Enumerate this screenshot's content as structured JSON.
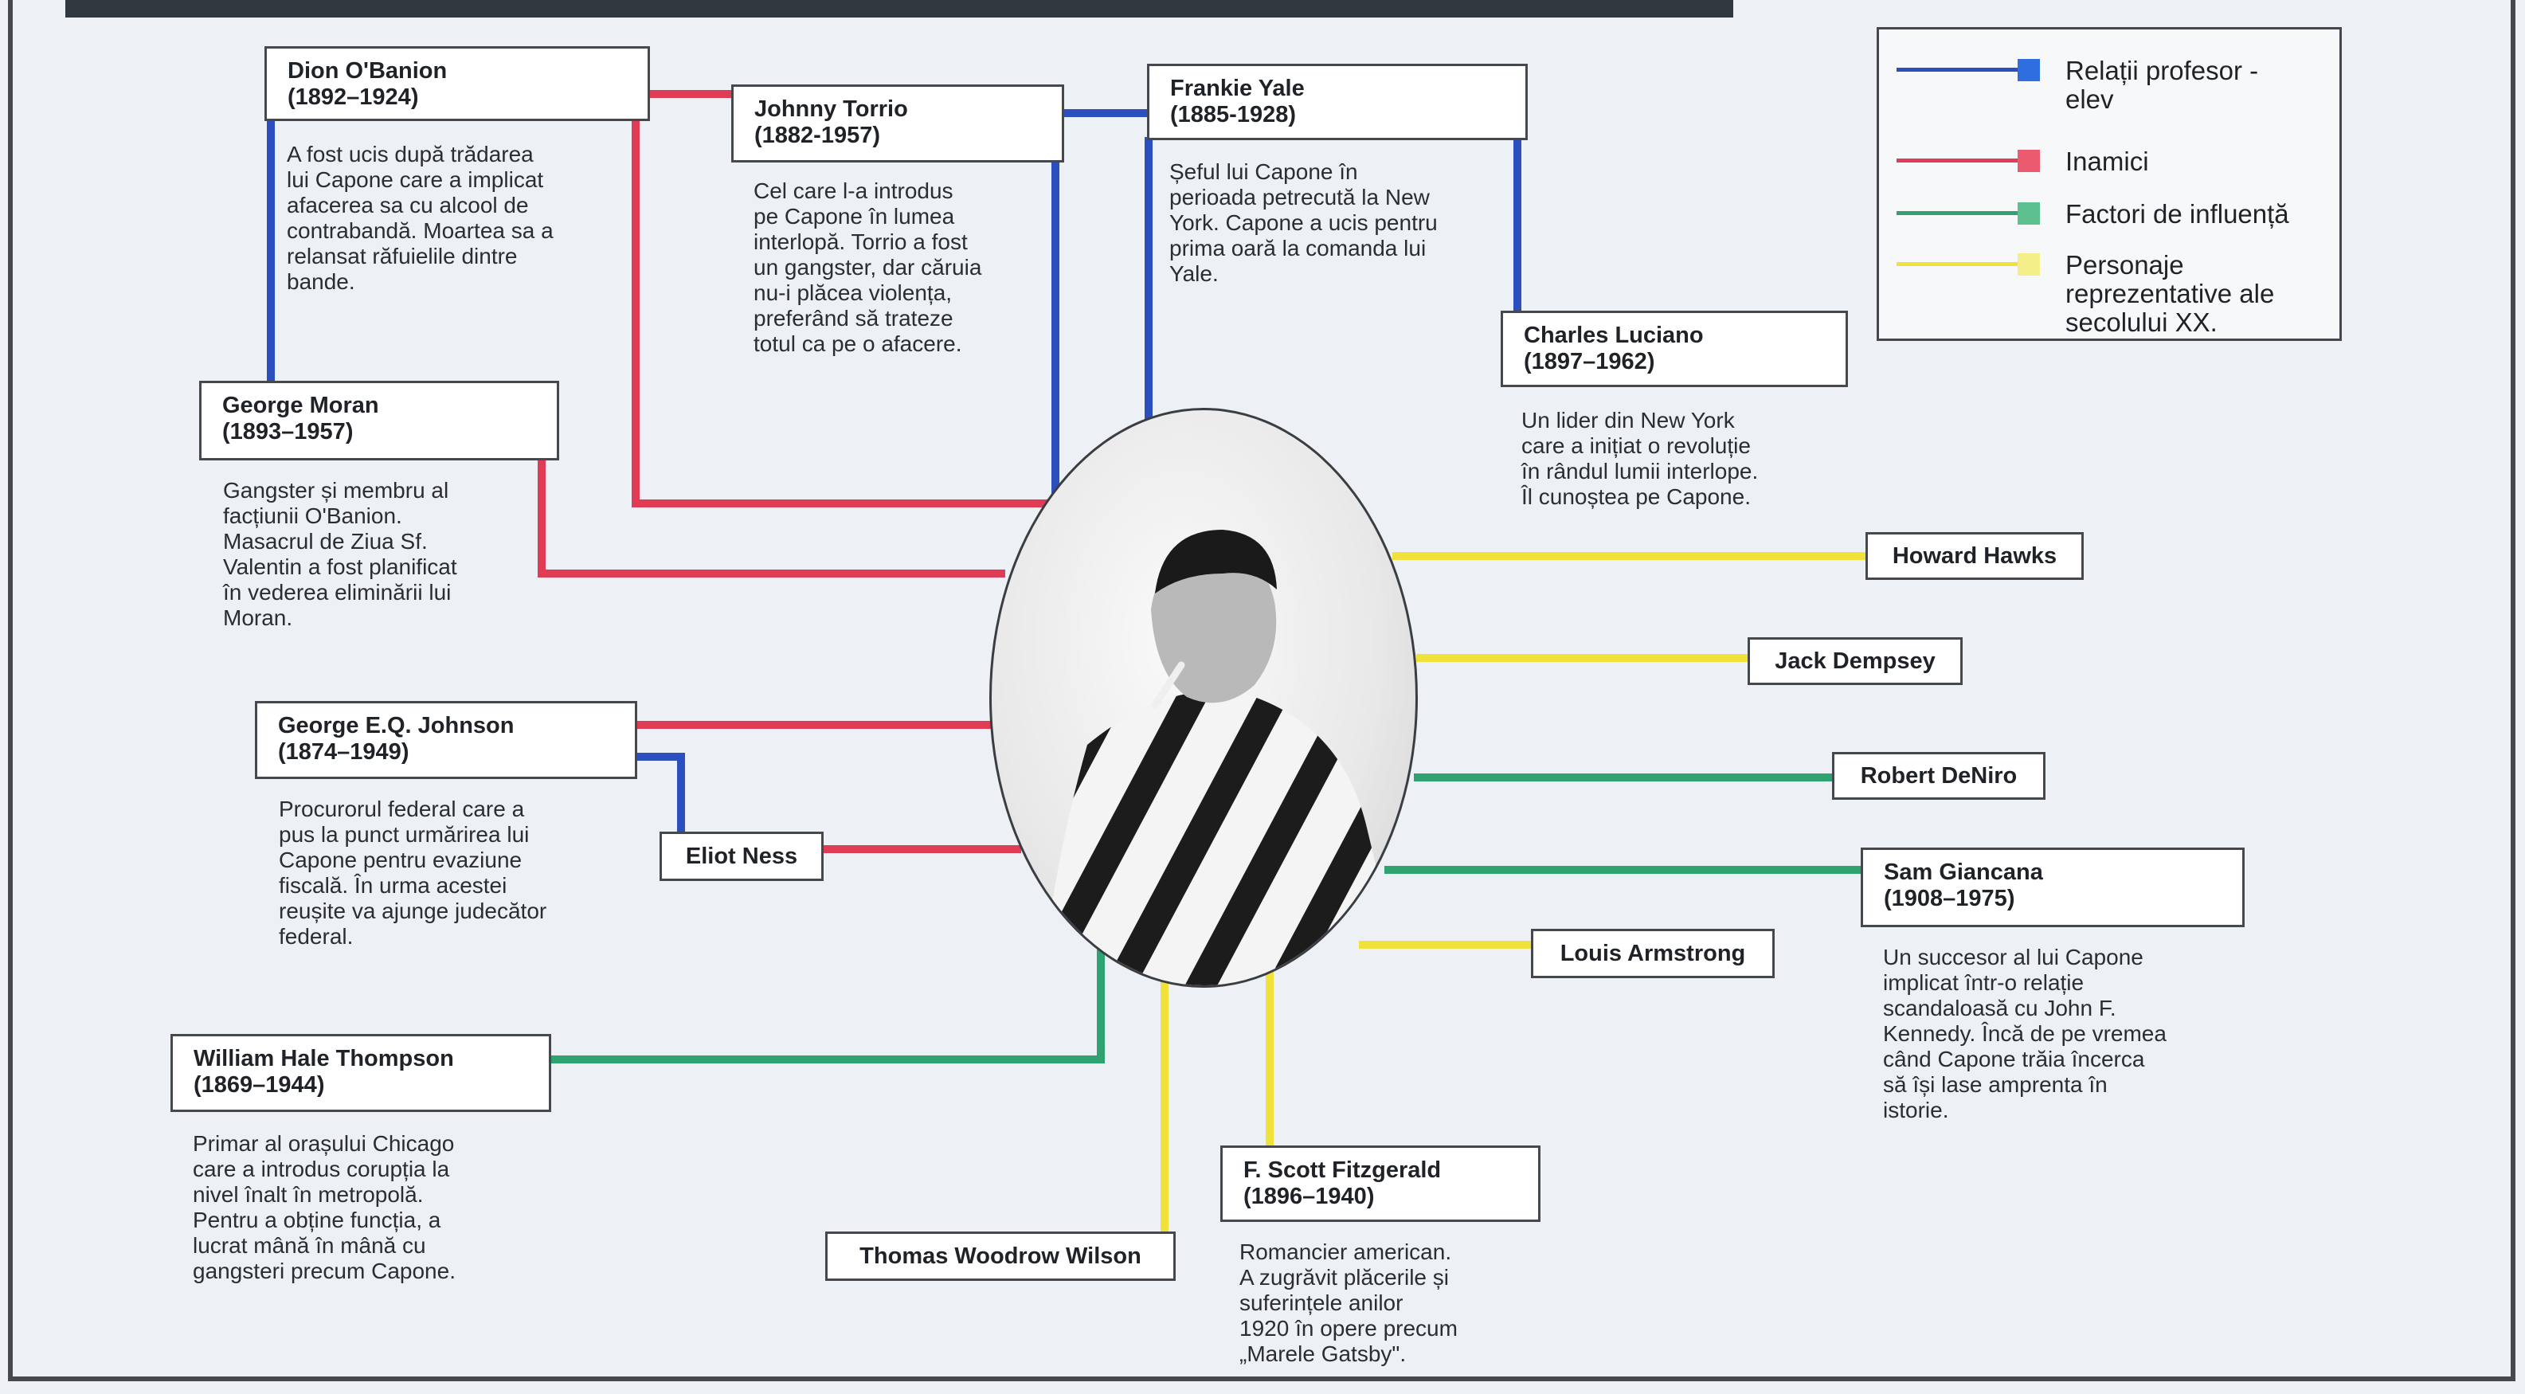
{
  "legend": [
    {
      "label_lines": [
        "Relații profesor -",
        "elev"
      ],
      "color": "#2c4fbf",
      "swatch": "#2f6ee0"
    },
    {
      "label_lines": [
        "Inamici"
      ],
      "color": "#e03c55",
      "swatch": "#ec5a70"
    },
    {
      "label_lines": [
        "Factori de influență"
      ],
      "color": "#2fa36f",
      "swatch": "#5cc08f"
    },
    {
      "label_lines": [
        "Personaje",
        "reprezentative ale",
        "secolului XX."
      ],
      "color": "#f0e23a",
      "swatch": "#f5ef8a"
    }
  ],
  "people": {
    "dion": {
      "name": "Dion O'Banion",
      "years": "(1892–1924)",
      "desc": [
        "A fost ucis după trădarea",
        "lui Capone care a implicat",
        "afacerea sa cu alcool de",
        "contrabandă. Moartea sa a",
        "relansat răfuielile dintre",
        "bande."
      ]
    },
    "torrio": {
      "name": "Johnny Torrio",
      "years": "(1882-1957)",
      "desc": [
        "Cel care l-a introdus",
        "pe Capone în lumea",
        "interlopă. Torrio a fost",
        "un gangster, dar căruia",
        "nu-i plăcea violența,",
        "preferând să trateze",
        "totul ca pe o afacere."
      ]
    },
    "yale": {
      "name": "Frankie Yale",
      "years": "(1885-1928)",
      "desc": [
        "Șeful lui Capone în",
        "perioada petrecută la New",
        "York. Capone a ucis pentru",
        "prima oară la comanda lui",
        "Yale."
      ]
    },
    "luciano": {
      "name": "Charles Luciano",
      "years": "(1897–1962)",
      "desc": [
        "Un lider din New York",
        "care a inițiat o revoluție",
        "în rândul lumii interlope.",
        "Îl cunoștea pe Capone."
      ]
    },
    "moran": {
      "name": "George Moran",
      "years": "(1893–1957)",
      "desc": [
        "Gangster și membru al",
        "facțiunii O'Banion.",
        "Masacrul de Ziua Sf.",
        "Valentin a fost planificat",
        "în vederea eliminării lui",
        "Moran."
      ]
    },
    "johnson": {
      "name": "George E.Q. Johnson",
      "years": "(1874–1949)",
      "desc": [
        "Procurorul federal care a",
        "pus la punct urmărirea lui",
        "Capone pentru evaziune",
        "fiscală. În urma acestei",
        "reușite va ajunge judecător",
        "federal."
      ]
    },
    "ness": {
      "name": "Eliot Ness"
    },
    "thompson": {
      "name": "William Hale Thompson",
      "years": "(1869–1944)",
      "desc": [
        "Primar al orașului Chicago",
        "care a introdus corupția la",
        "nivel înalt în metropolă.",
        "Pentru a obține funcția, a",
        "lucrat mână în mână cu",
        "gangsteri precum Capone."
      ]
    },
    "wilson": {
      "name": "Thomas Woodrow Wilson"
    },
    "fitzgerald": {
      "name": "F. Scott Fitzgerald",
      "years": "(1896–1940)",
      "desc": [
        "Romancier american.",
        "A zugrăvit plăcerile și",
        "suferințele anilor",
        "1920 în opere precum",
        "„Marele Gatsby\"."
      ]
    },
    "armstrong": {
      "name": "Louis Armstrong"
    },
    "hawks": {
      "name": "Howard Hawks"
    },
    "dempsey": {
      "name": "Jack Dempsey"
    },
    "deniro": {
      "name": "Robert DeNiro"
    },
    "giancana": {
      "name": "Sam Giancana",
      "years": "(1908–1975)",
      "desc": [
        "Un succesor al lui Capone",
        "implicat într-o relație",
        "scandaloasă cu John F.",
        "Kennedy. Încă de pe vremea",
        "când Capone trăia încerca",
        "să își lase amprenta în",
        "istorie."
      ]
    }
  },
  "colors": {
    "blue": "#2c4fbf",
    "red": "#e03c55",
    "green": "#2fa36f",
    "yellow": "#f0e23a"
  }
}
